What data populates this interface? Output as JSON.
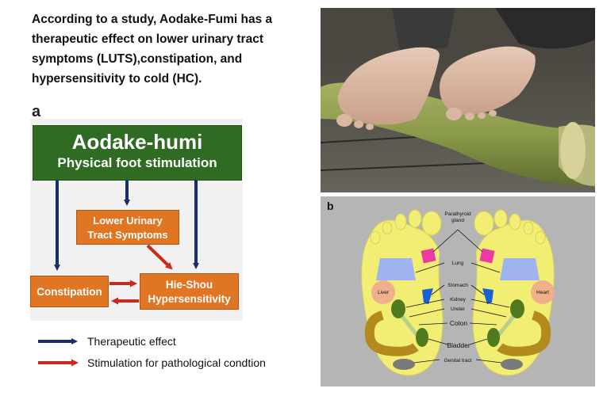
{
  "intro_text": "According to a study, Aodake-Fumi has a therapeutic effect on lower urinary tract symptoms (LUTS),constipation, and hypersensitivity to cold (HC).",
  "panel_a": {
    "letter": "a",
    "top_title": "Aodake-humi",
    "top_subtitle": "Physical foot stimulation",
    "lut_line1": "Lower Urinary",
    "lut_line2": "Tract Symptoms",
    "constipation": "Constipation",
    "hie_line1": "Hie-Shou",
    "hie_line2": "Hypersensitivity",
    "legend": [
      {
        "label": "Therapeutic effect",
        "color": "#1a2d6b"
      },
      {
        "label": "Stimulation for pathological condtion",
        "color": "#c92a1e"
      }
    ]
  },
  "panel_b": {
    "letter": "b",
    "labels": {
      "parathyroid_1": "Parathyroid",
      "parathyroid_2": "gland",
      "lung": "Lung",
      "stomach": "Stomach",
      "liver": "Liver",
      "heart": "Heart",
      "kidney": "Kidney",
      "ureter": "Ureter",
      "colon": "Colon",
      "bladder": "Bladder",
      "genital": "Genital tract"
    }
  },
  "colors": {
    "dark_green": "#2f6b23",
    "orange": "#e07523",
    "navy_arrow": "#1a2d6b",
    "red_arrow": "#c92a1e",
    "foot_yellow": "#f2ee73",
    "bamboo_green": "#8a9a4a"
  }
}
